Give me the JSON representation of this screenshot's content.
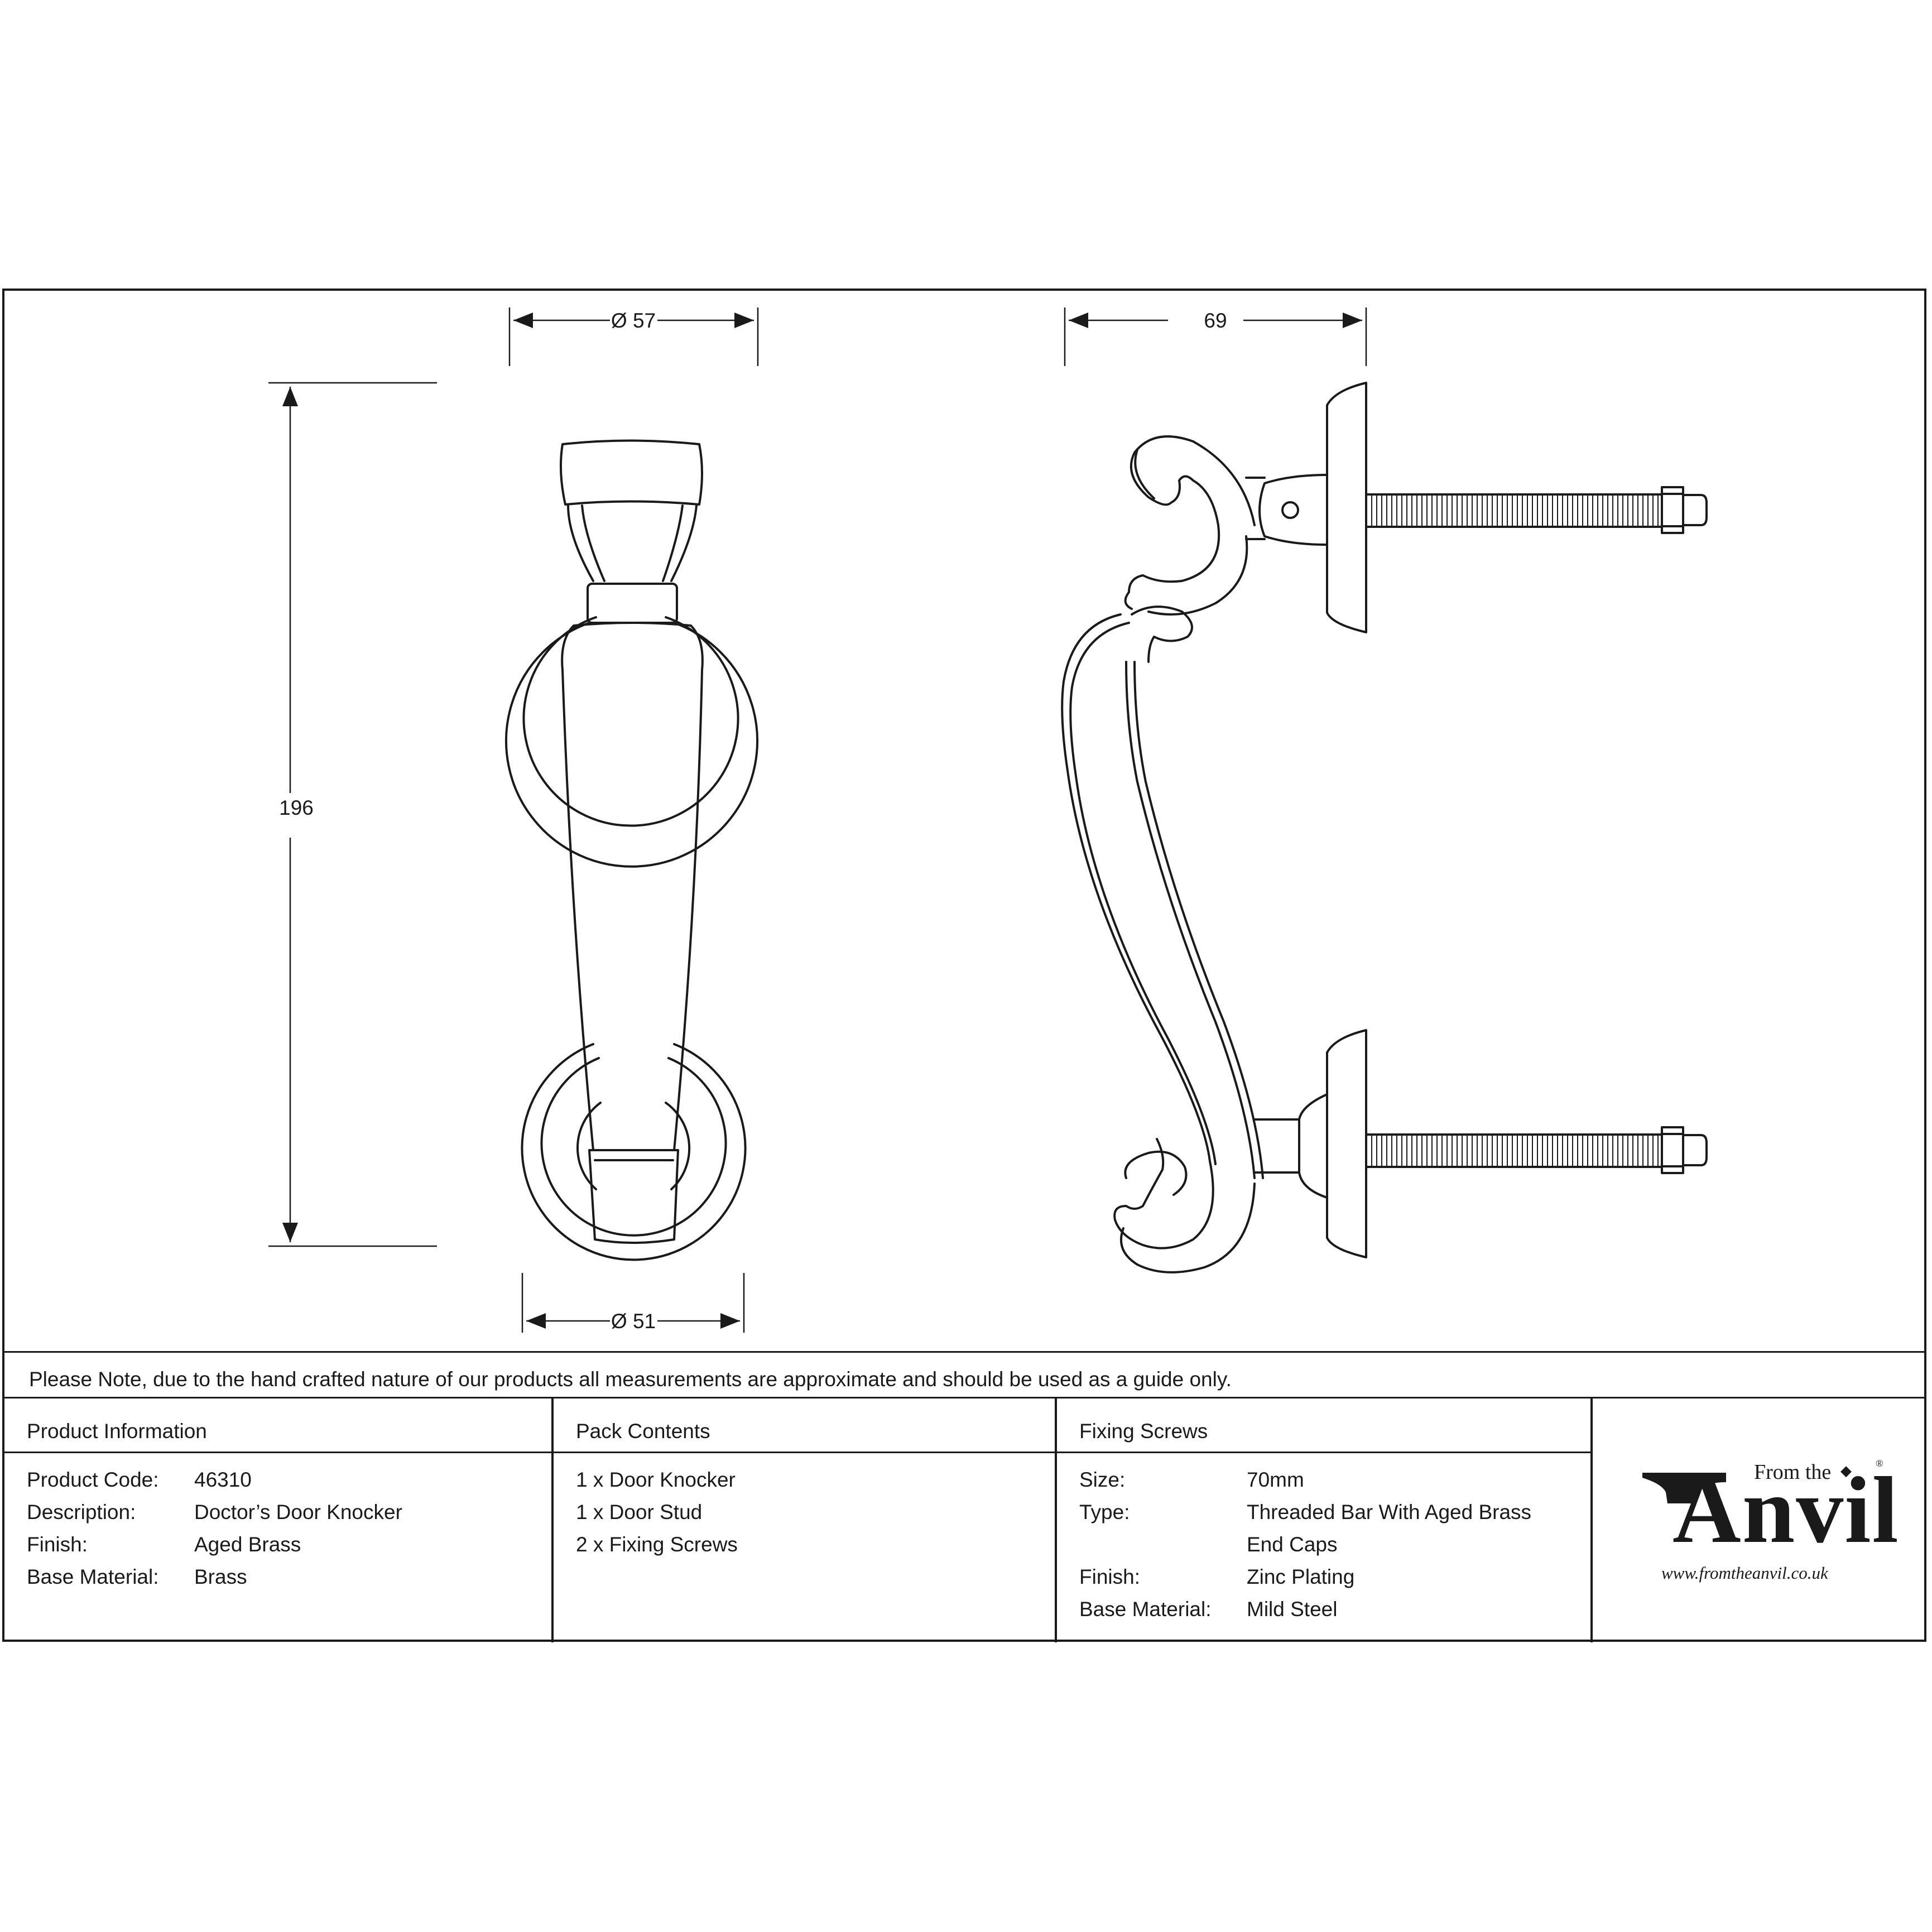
{
  "dimensions": {
    "top_width": "Ø 57",
    "bottom_width": "Ø 51",
    "height": "196",
    "projection": "69"
  },
  "note": "Please Note, due to the hand crafted nature of our products all measurements are approximate and should be used as a guide only.",
  "product_information": {
    "heading": "Product Information",
    "rows": [
      {
        "label": "Product Code:",
        "value": "46310"
      },
      {
        "label": "Description:",
        "value": "Doctor’s Door Knocker"
      },
      {
        "label": "Finish:",
        "value": "Aged Brass"
      },
      {
        "label": "Base Material:",
        "value": "Brass"
      }
    ]
  },
  "pack_contents": {
    "heading": "Pack Contents",
    "items": [
      "1 x Door Knocker",
      "1 x Door Stud",
      "2 x Fixing Screws"
    ]
  },
  "fixing_screws": {
    "heading": "Fixing Screws",
    "rows": [
      {
        "label": "Size:",
        "value": "70mm"
      },
      {
        "label": "Type:",
        "value": "Threaded Bar With Aged Brass"
      },
      {
        "label": "",
        "value": "End Caps"
      },
      {
        "label": "Finish:",
        "value": "Zinc Plating"
      },
      {
        "label": "Base Material:",
        "value": "Mild Steel"
      }
    ]
  },
  "logo": {
    "small": "From the",
    "big": "Anvil",
    "url": "www.fromtheanvil.co.uk",
    "reg": "®"
  },
  "colors": {
    "line": "#1a1a1a",
    "background": "#ffffff"
  }
}
